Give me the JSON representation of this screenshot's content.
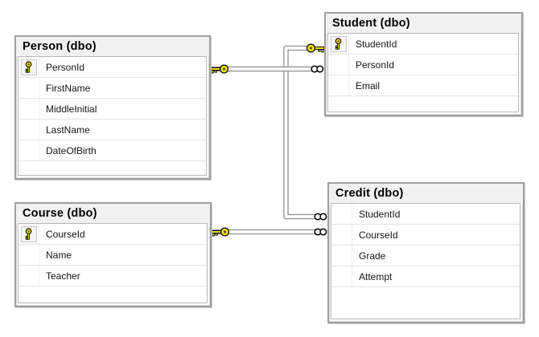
{
  "diagram_type": "database-diagram",
  "tables": [
    {
      "title": "Person (dbo)",
      "fields": [
        {
          "name": "PersonId",
          "is_primary_key": true
        },
        {
          "name": "FirstName",
          "is_primary_key": false
        },
        {
          "name": "MiddleInitial",
          "is_primary_key": false
        },
        {
          "name": "LastName",
          "is_primary_key": false
        },
        {
          "name": "DateOfBirth",
          "is_primary_key": false
        }
      ]
    },
    {
      "title": "Student (dbo)",
      "fields": [
        {
          "name": "StudentId",
          "is_primary_key": true
        },
        {
          "name": "PersonId",
          "is_primary_key": false
        },
        {
          "name": "Email",
          "is_primary_key": false
        }
      ]
    },
    {
      "title": "Course (dbo)",
      "fields": [
        {
          "name": "CourseId",
          "is_primary_key": true
        },
        {
          "name": "Name",
          "is_primary_key": false
        },
        {
          "name": "Teacher",
          "is_primary_key": false
        }
      ]
    },
    {
      "title": "Credit (dbo)",
      "fields": [
        {
          "name": "StudentId",
          "is_primary_key": false
        },
        {
          "name": "CourseId",
          "is_primary_key": false
        },
        {
          "name": "Grade",
          "is_primary_key": false
        },
        {
          "name": "Attempt",
          "is_primary_key": false
        }
      ]
    }
  ],
  "relationships": [
    {
      "one_side": "Person.PersonId",
      "many_side": "Student.PersonId"
    },
    {
      "one_side": "Student.StudentId",
      "many_side": "Credit.StudentId"
    },
    {
      "one_side": "Course.CourseId",
      "many_side": "Credit.CourseId"
    }
  ],
  "icons": {
    "primary_key": "key-icon",
    "one_end": "key-icon",
    "many_end": "infinity-icon"
  },
  "colors": {
    "key_yellow": "#f0e10b",
    "connector_gray": "#979797",
    "table_frame": "#a0a0a0",
    "header_background": "#f1f1f1",
    "row_separator": "#e3e3e3",
    "background": "#ffffff"
  }
}
